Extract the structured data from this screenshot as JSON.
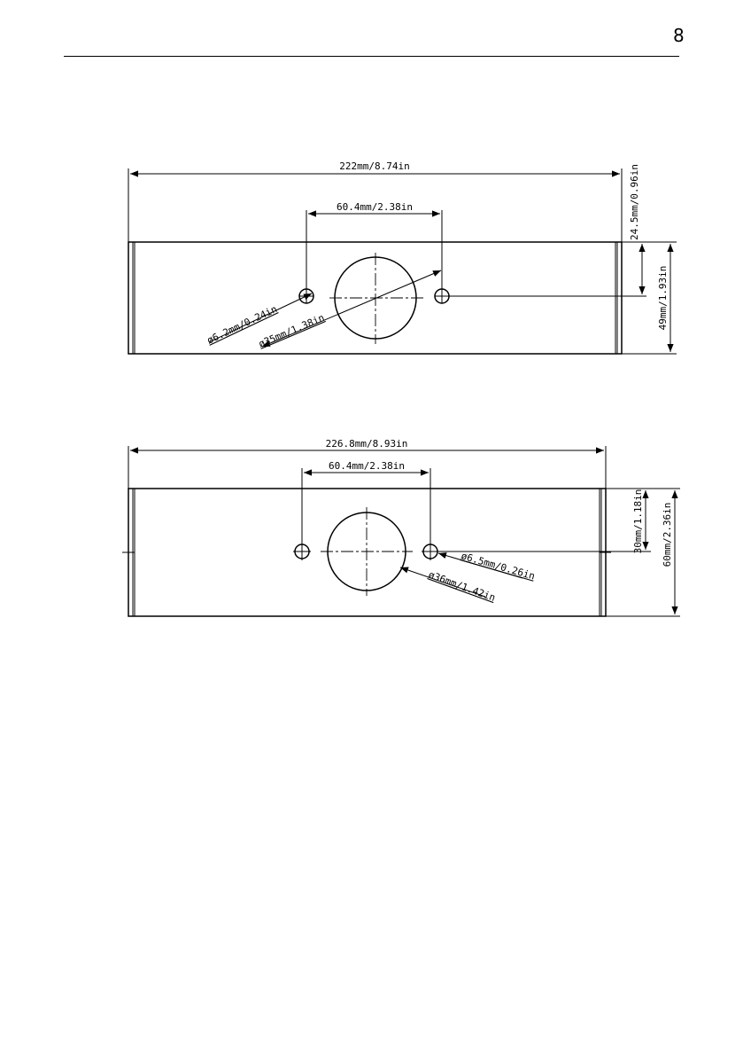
{
  "page": {
    "number": "8"
  },
  "drawing_top": {
    "overall_width": "222mm/8.74in",
    "hole_spacing": "60.4mm/2.38in",
    "hole_offset_from_top": "24.5mm/0.96in",
    "overall_height": "49mm/1.93in",
    "small_hole_diameter": "ø6.2mm/0.24in",
    "large_hole_diameter": "ø35mm/1.38in"
  },
  "drawing_bottom": {
    "overall_width": "226.8mm/8.93in",
    "hole_spacing": "60.4mm/2.38in",
    "hole_offset_from_top": "30mm/1.18in",
    "overall_height": "60mm/2.36in",
    "small_hole_diameter": "ø6.5mm/0.26in",
    "large_hole_diameter": "ø36mm/1.42in"
  }
}
